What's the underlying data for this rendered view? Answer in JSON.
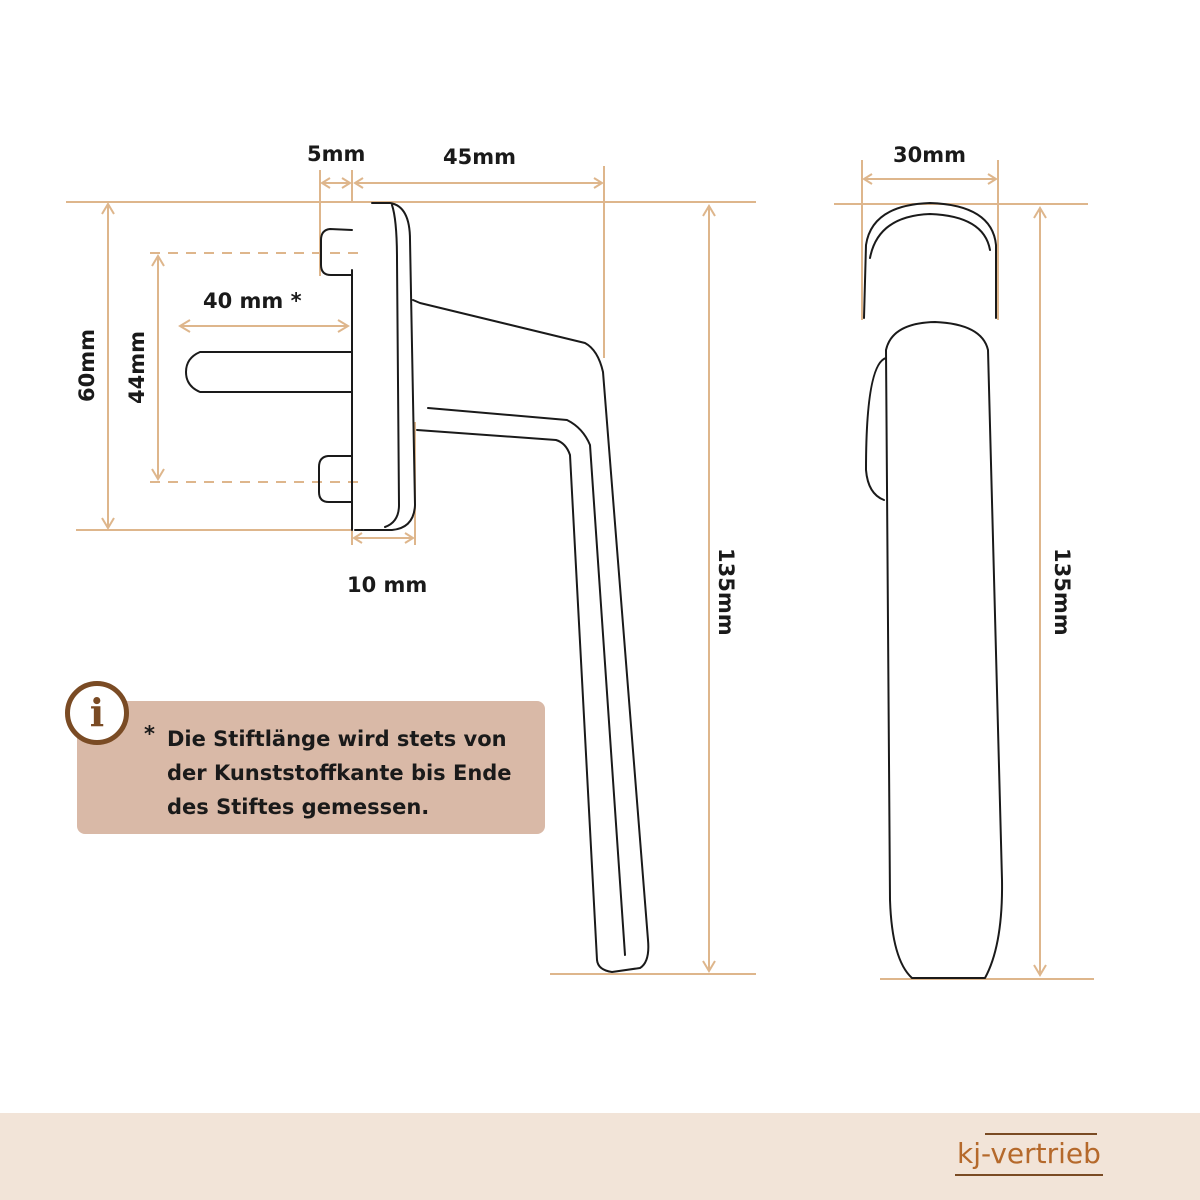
{
  "dimensions": {
    "pin_offset": "5mm",
    "lever_reach": "45mm",
    "spindle_length": "40 mm *",
    "rosette_height": "60mm",
    "pin_spacing": "44mm",
    "rosette_depth": "10 mm",
    "total_height_side": "135mm",
    "width_front": "30mm",
    "total_height_front": "135mm"
  },
  "note": {
    "icon": "info-icon",
    "icon_glyph": "i",
    "marker": "*",
    "text": "Die Stiftlänge wird stets von der Kunststoffkante bis Ende des Stiftes gemessen."
  },
  "footer": {
    "logo": "kj-vertrieb"
  },
  "colors": {
    "dimension": "#deb68c",
    "info_bg": "#d9b9a7",
    "brand": "#b5692b",
    "footer_bg": "#f2e4d8"
  }
}
